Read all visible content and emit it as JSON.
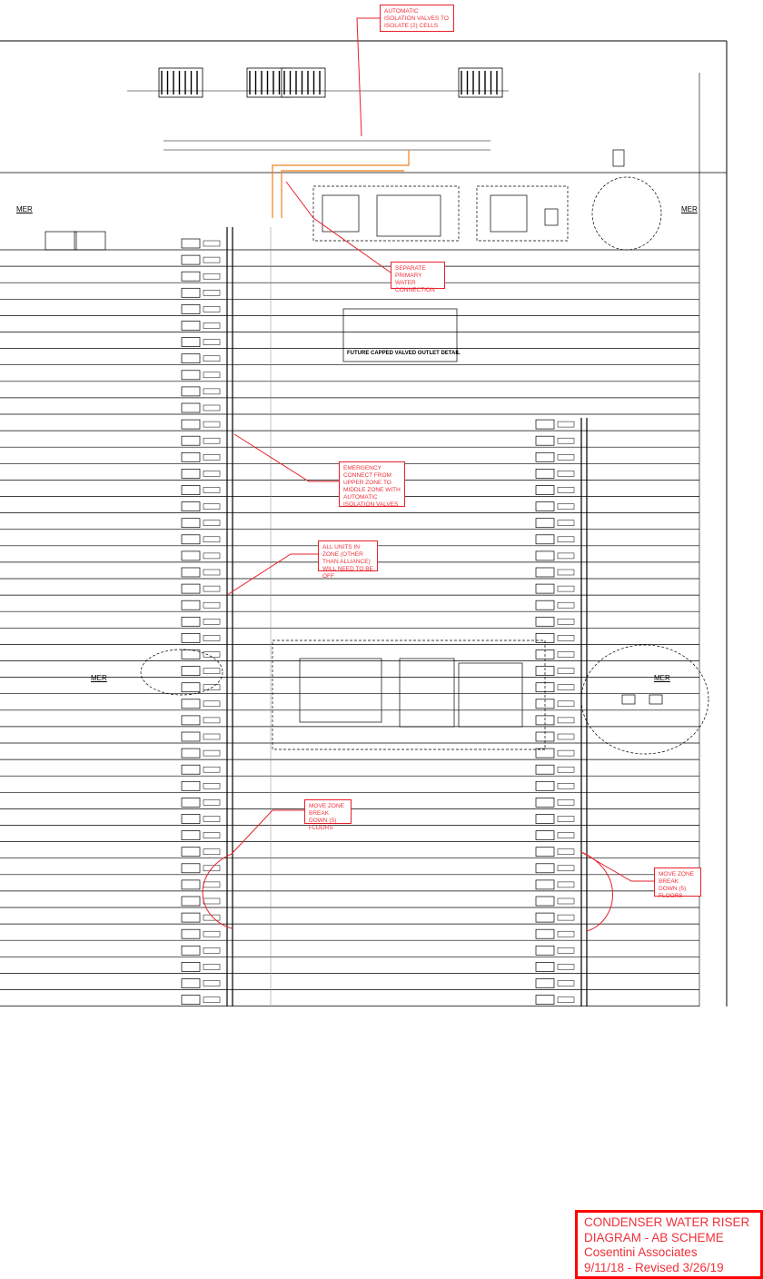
{
  "title_block": {
    "line1": "CONDENSER WATER RISER",
    "line2": "DIAGRAM - AB SCHEME",
    "line3": "Cosentini Associates",
    "line4": "9/11/18 - Revised 3/26/19"
  },
  "annotations": [
    {
      "text": "AUTOMATIC ISOLATION VALVES TO ISOLATE (2) CELLS"
    },
    {
      "text": "SEPARATE PRIMARY WATER CONNECTION"
    },
    {
      "text": "EMERGENCY CONNECT FROM UPPER ZONE TO MIDDLE ZONE WITH AUTOMATIC ISOLATION VALVES"
    },
    {
      "text": "ALL UNITS IN ZONE (OTHER THAN ALLIANCE) WILL NEED TO BE OFF"
    },
    {
      "text": "MOVE ZONE BREAK DOWN (5) FLOORS"
    },
    {
      "text": "MOVE ZONE BREAK DOWN (5) FLOORS"
    }
  ],
  "labels": {
    "mer_upper_left": "MER",
    "mer_upper_right": "MER",
    "mer_middle_left": "MER",
    "mer_middle_right": "MER",
    "detail_title": "FUTURE CAPPED VALVED OUTLET DETAIL"
  },
  "colors": {
    "annotation": "#f0303a",
    "title_border": "#ff0000",
    "primary_pipe": "#f08020",
    "linework": "#000000"
  }
}
